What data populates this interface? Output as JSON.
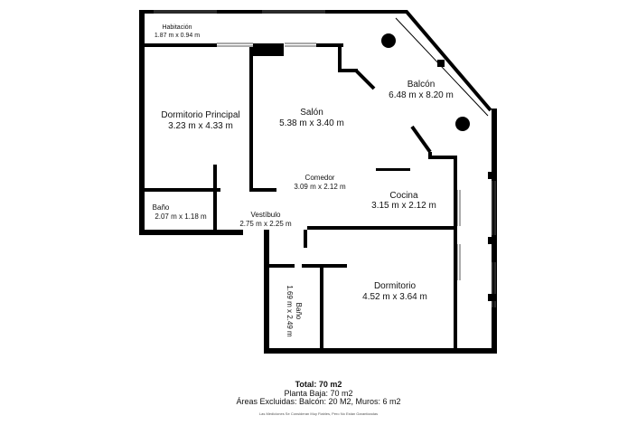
{
  "rooms": {
    "habitacion": {
      "name": "Habitación",
      "dims": "1.87 m x 0.94 m"
    },
    "dormitorio_principal": {
      "name": "Dormitorio Principal",
      "dims": "3.23 m x 4.33 m"
    },
    "bano1": {
      "name": "Baño",
      "dims": "2.07 m x 1.18 m"
    },
    "salon": {
      "name": "Salón",
      "dims": "5.38 m x 3.40 m"
    },
    "balcon": {
      "name": "Balcón",
      "dims": "6.48 m x 8.20 m"
    },
    "comedor": {
      "name": "Comedor",
      "dims": "3.09 m x 2.12 m"
    },
    "cocina": {
      "name": "Cocina",
      "dims": "3.15 m x 2.12 m"
    },
    "vestibulo": {
      "name": "Vestíbulo",
      "dims": "2.75 m x 2.25 m"
    },
    "bano2": {
      "name": "Baño",
      "dims": "1.69 m x 2.49 m"
    },
    "dormitorio": {
      "name": "Dormitorio",
      "dims": "4.52 m x 3.64 m"
    }
  },
  "footer": {
    "total": "Total: 70 m2",
    "ground": "Planta Baja: 70 m2",
    "excluded": "Áreas Excluidas: Balcón: 20 M2, Muros: 6 m2",
    "disclaimer": "Las Mediciones Se Consideran Muy Fiables, Pero No Están Garantizadas"
  }
}
